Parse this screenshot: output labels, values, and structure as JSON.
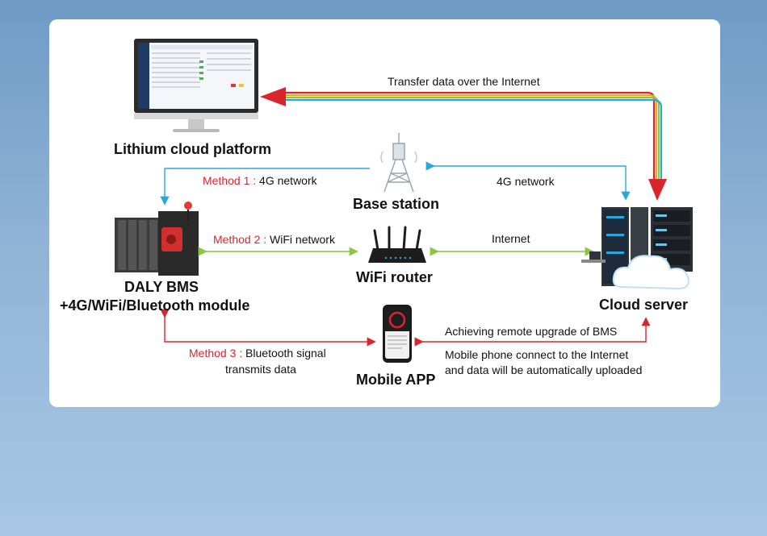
{
  "nodes": {
    "cloud_platform": "Lithium cloud platform",
    "base_station": "Base station",
    "wifi_router": "WiFi router",
    "mobile_app": "Mobile APP",
    "bms_line1": "DALY BMS",
    "bms_line2": "+4G/WiFi/Bluetooth module",
    "cloud_server": "Cloud server"
  },
  "links": {
    "internet_transfer": "Transfer data over the Internet",
    "method1_prefix": "Method 1 : ",
    "method1_text": "4G network",
    "server_4g": "4G network",
    "method2_prefix": "Method 2 : ",
    "method2_text": "WiFi network",
    "router_internet": "Internet",
    "method3_prefix": "Method 3 : ",
    "method3_text": "Bluetooth signal",
    "method3_line2": "transmits data",
    "remote_upgrade": "Achieving remote upgrade of BMS",
    "phone_upload_line1": "Mobile phone connect to the Internet",
    "phone_upload_line2": "and data will be automatically uploaded"
  },
  "colors": {
    "accent_red": "#d9262c",
    "link_blue": "#2aa6dc",
    "link_green": "#8cc63f",
    "link_red": "#d9262c"
  }
}
